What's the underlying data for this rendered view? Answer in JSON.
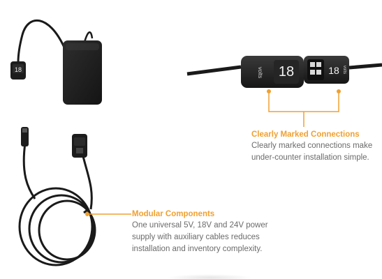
{
  "connector_left_number": "18",
  "connector_left_unit": "volts",
  "connector_right_number": "18",
  "connector_right_unit": "volts",
  "plug_small_number": "18",
  "callouts": {
    "connections": {
      "heading": "Clearly Marked Connections",
      "body_line1": "Clearly marked connections make",
      "body_line2": "under-counter installation simple."
    },
    "modular": {
      "heading": "Modular Components",
      "body_line1": "One universal 5V, 18V and 24V power",
      "body_line2": "supply with auxiliary cables reduces",
      "body_line3": "installation and inventory complexity."
    }
  },
  "colors": {
    "accent": "#f0a030",
    "body_text": "#6b6b6b",
    "product": "#1c1c1c"
  }
}
